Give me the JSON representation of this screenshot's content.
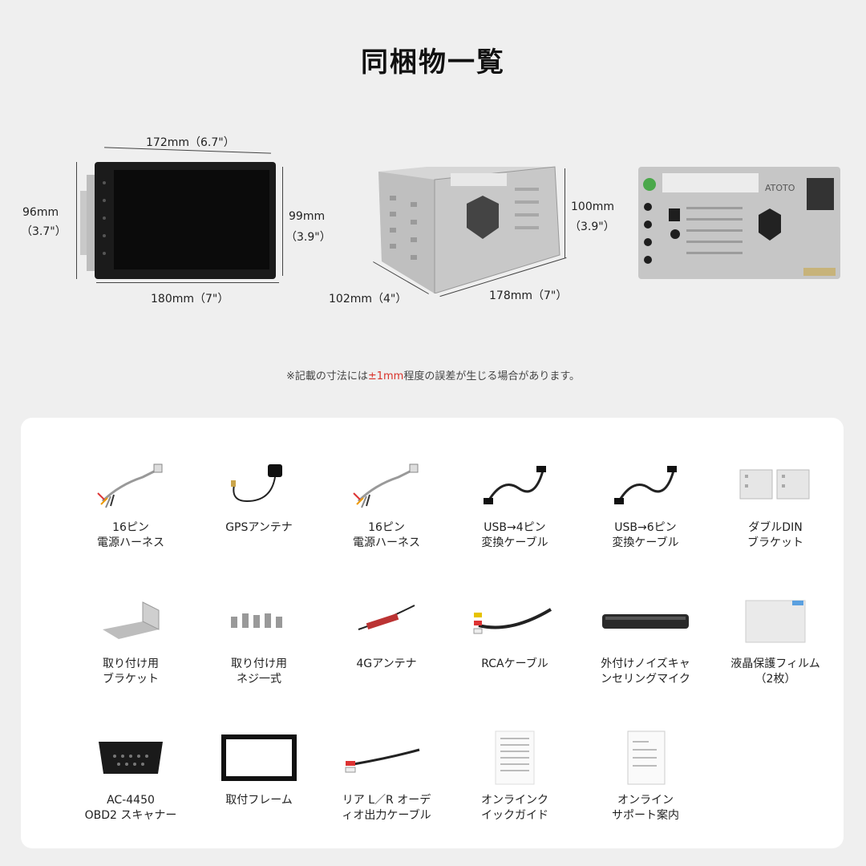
{
  "title": "同梱物一覧",
  "dimensions": {
    "head_unit": {
      "top": "172mm（6.7\"）",
      "bottom": "180mm（7\"）",
      "left_mm": "96mm",
      "left_in": "（3.7\"）",
      "right_mm": "99mm",
      "right_in": "（3.9\"）"
    },
    "cage": {
      "depth": "102mm（4\"）",
      "width": "178mm（7\"）",
      "height_mm": "100mm",
      "height_in": "（3.9\"）"
    },
    "rear_brand": "ATOTO"
  },
  "note": {
    "prefix": "※記載の寸法には",
    "highlight": "±1mm",
    "suffix": "程度の誤差が生じる場合があります。"
  },
  "items": [
    {
      "line1": "16ピン",
      "line2": "電源ハーネス",
      "icon": "harness-icon"
    },
    {
      "line1": "GPSアンテナ",
      "line2": "",
      "icon": "gps-antenna-icon"
    },
    {
      "line1": "16ピン",
      "line2": "電源ハーネス",
      "icon": "harness-icon"
    },
    {
      "line1": "USB→4ピン",
      "line2": "変換ケーブル",
      "icon": "usb-cable-icon"
    },
    {
      "line1": "USB→6ピン",
      "line2": "変換ケーブル",
      "icon": "usb-cable-icon"
    },
    {
      "line1": "ダブルDIN",
      "line2": "ブラケット",
      "icon": "bracket-icon"
    },
    {
      "line1": "取り付け用",
      "line2": "ブラケット",
      "icon": "mount-bracket-icon"
    },
    {
      "line1": "取り付け用",
      "line2": "ネジ一式",
      "icon": "screws-icon"
    },
    {
      "line1": "4Gアンテナ",
      "line2": "",
      "icon": "4g-antenna-icon"
    },
    {
      "line1": "RCAケーブル",
      "line2": "",
      "icon": "rca-cable-icon"
    },
    {
      "line1": "外付けノイズキャ",
      "line2": "ンセリングマイク",
      "icon": "microphone-icon"
    },
    {
      "line1": "液晶保護フィルム",
      "line2": "（2枚）",
      "icon": "film-icon"
    },
    {
      "line1": "AC-4450",
      "line2": "OBD2 スキャナー",
      "icon": "obd2-icon"
    },
    {
      "line1": "取付フレーム",
      "line2": "",
      "icon": "frame-icon"
    },
    {
      "line1": "リア L／R オーデ",
      "line2": "ィオ出力ケーブル",
      "icon": "audio-cable-icon"
    },
    {
      "line1": "オンラインク",
      "line2": "イックガイド",
      "icon": "guide-doc-icon"
    },
    {
      "line1": "オンライン",
      "line2": "サポート案内",
      "icon": "support-doc-icon"
    }
  ]
}
